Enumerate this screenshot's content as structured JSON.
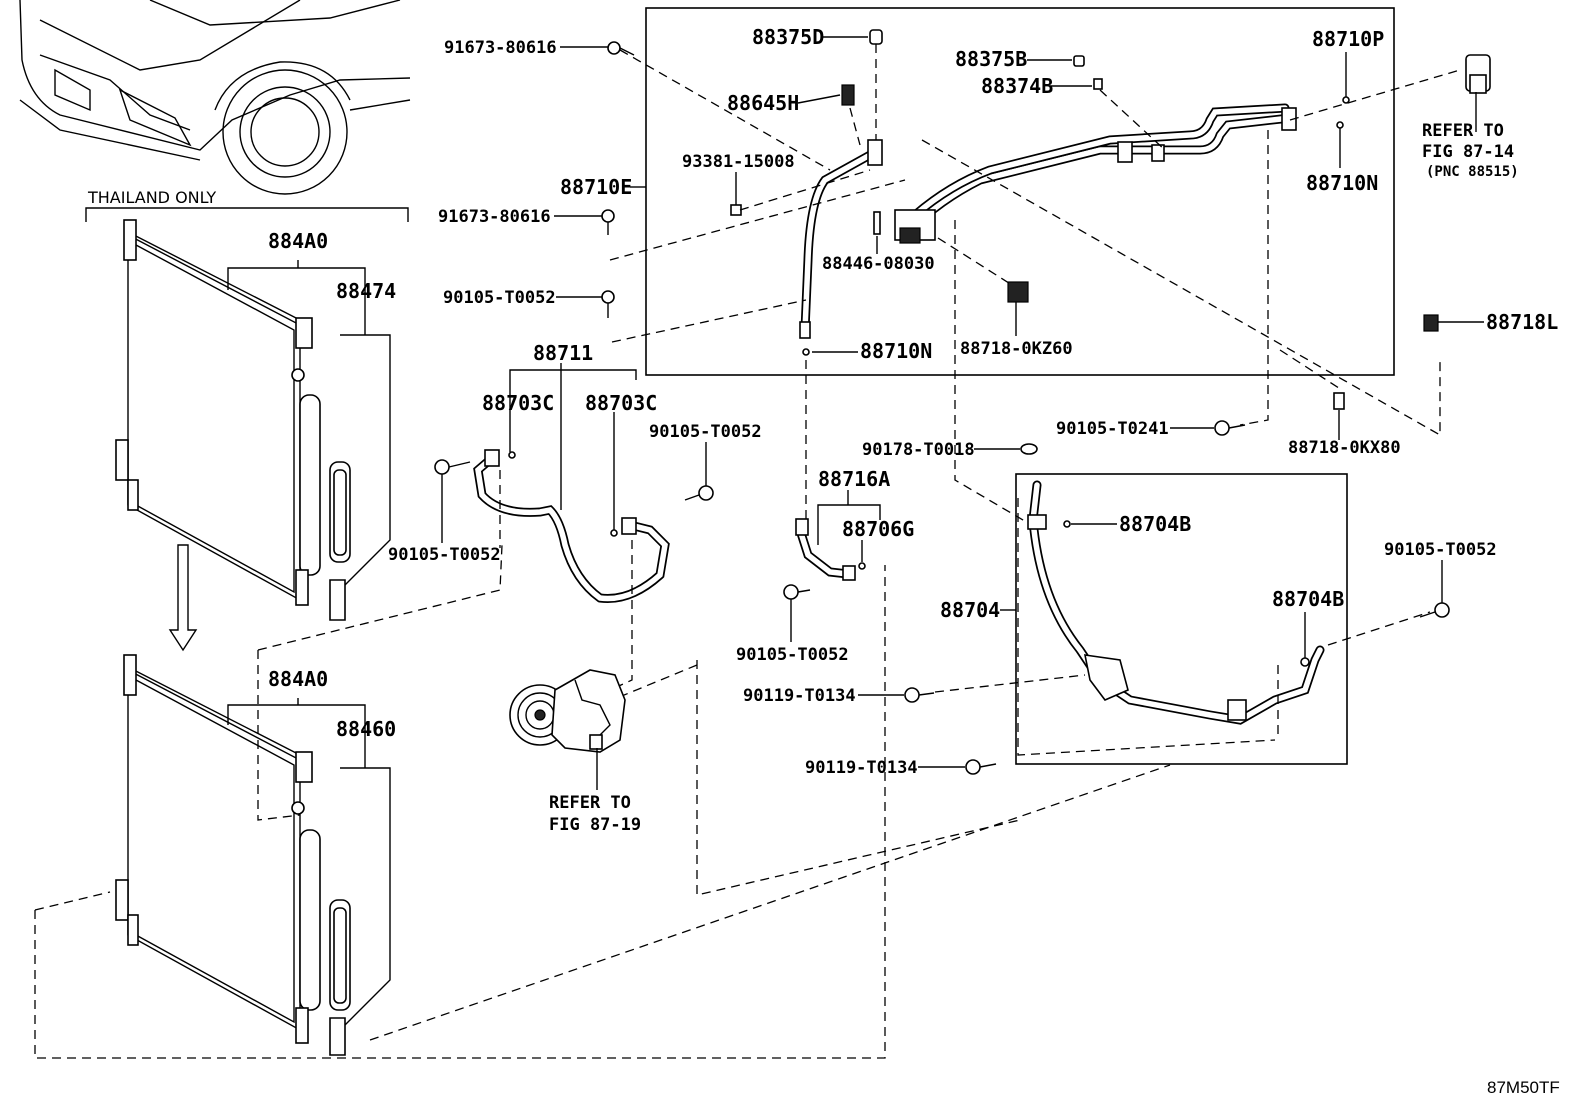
{
  "region_note": "THAILAND ONLY",
  "diagram_code": "87M50TF",
  "labels": {
    "p91673_80616_a": "91673-80616",
    "p88375D": "88375D",
    "p88645H": "88645H",
    "p93381_15008": "93381-15008",
    "p88710E": "88710E",
    "p91673_80616_b": "91673-80616",
    "p88446_08030": "88446-08030",
    "p90105_T0052_a": "90105-T0052",
    "p88710N_a": "88710N",
    "p88375B": "88375B",
    "p88374B": "88374B",
    "p88710P": "88710P",
    "p88710N_b": "88710N",
    "p88718_0KZ60": "88718-0KZ60",
    "p884A0_a": "884A0",
    "p88474": "88474",
    "p884A0_b": "884A0",
    "p88460": "88460",
    "p88711": "88711",
    "p88703C_a": "88703C",
    "p88703C_b": "88703C",
    "p90105_T0052_b": "90105-T0052",
    "p90105_T0052_c": "90105-T0052",
    "p88716A": "88716A",
    "p88706G": "88706G",
    "p90105_T0052_d": "90105-T0052",
    "p90119_T0134_a": "90119-T0134",
    "p90119_T0134_b": "90119-T0134",
    "p90178_T0018": "90178-T0018",
    "p90105_T0241": "90105-T0241",
    "p88718_0KX80": "88718-0KX80",
    "p88718L": "88718L",
    "p88704B_a": "88704B",
    "p88704B_b": "88704B",
    "p88704": "88704",
    "p90105_T0052_e": "90105-T0052"
  },
  "refer_a": {
    "line1": "REFER TO",
    "line2": "FIG 87-14",
    "line3": "(PNC 88515)"
  },
  "refer_b": {
    "line1": "REFER TO",
    "line2": "FIG 87-19"
  }
}
